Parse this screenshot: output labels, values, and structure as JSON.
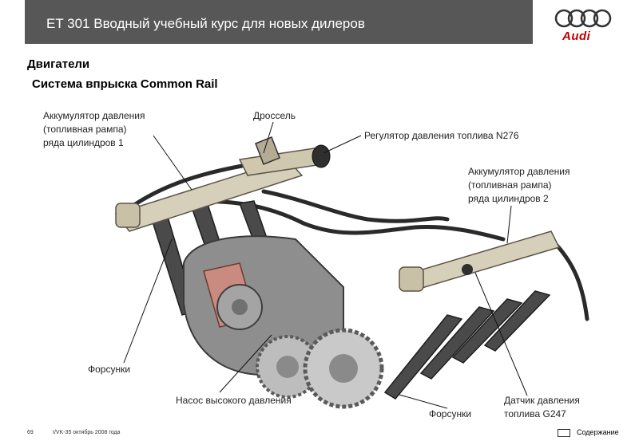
{
  "header": {
    "title": "ET 301 Вводный учебный курс для новых дилеров",
    "logo_text": "Audi"
  },
  "section_title": "Двигатели",
  "subtitle": "Система впрыска Common Rail",
  "labels": {
    "accumulator_1": [
      "Аккумулятор давления",
      "(топливная рампа)",
      "ряда цилиндров 1"
    ],
    "throttle": "Дроссель",
    "regulator": "Регулятор давления топлива N276",
    "accumulator_2": [
      "Аккумулятор давления",
      "(топливная рампа)",
      "ряда цилиндров 2"
    ],
    "injectors_left": "Форсунки",
    "hp_pump": "Насос высокого давления",
    "injectors_right": "Форсунки",
    "pressure_sensor": [
      "Датчик давления",
      "топлива G247"
    ]
  },
  "footer": {
    "page": "69",
    "doc_ref": "I/VK-35 октябрь 2008 года",
    "contents_label": "Содержание"
  },
  "colors": {
    "header_bg": "#575757",
    "brand_red": "#c00000"
  }
}
